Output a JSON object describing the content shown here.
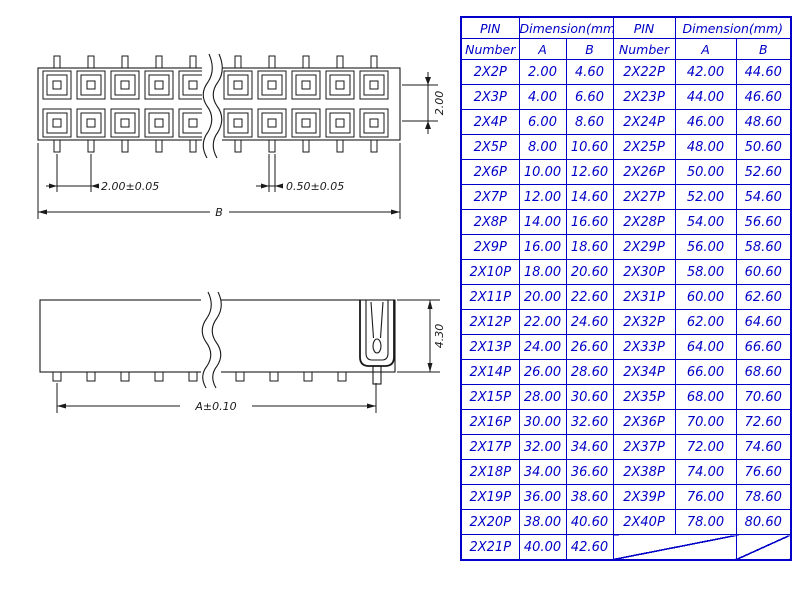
{
  "drawing": {
    "top_view": {
      "row_pitch_label": "2.00",
      "pin_pitch_label": "2.00±0.05",
      "pin_size_label": "0.50±0.05",
      "overall_width_label": "B"
    },
    "side_view": {
      "height_label": "4.30",
      "length_label": "A±0.10"
    }
  },
  "table": {
    "header": {
      "pin_line1": "PIN",
      "pin_line2": "Number",
      "dimension": "Dimension(mm)",
      "col_a": "A",
      "col_b": "B"
    },
    "rows": [
      [
        "2X2P",
        "2.00",
        "4.60",
        "2X22P",
        "42.00",
        "44.60"
      ],
      [
        "2X3P",
        "4.00",
        "6.60",
        "2X23P",
        "44.00",
        "46.60"
      ],
      [
        "2X4P",
        "6.00",
        "8.60",
        "2X24P",
        "46.00",
        "48.60"
      ],
      [
        "2X5P",
        "8.00",
        "10.60",
        "2X25P",
        "48.00",
        "50.60"
      ],
      [
        "2X6P",
        "10.00",
        "12.60",
        "2X26P",
        "50.00",
        "52.60"
      ],
      [
        "2X7P",
        "12.00",
        "14.60",
        "2X27P",
        "52.00",
        "54.60"
      ],
      [
        "2X8P",
        "14.00",
        "16.60",
        "2X28P",
        "54.00",
        "56.60"
      ],
      [
        "2X9P",
        "16.00",
        "18.60",
        "2X29P",
        "56.00",
        "58.60"
      ],
      [
        "2X10P",
        "18.00",
        "20.60",
        "2X30P",
        "58.00",
        "60.60"
      ],
      [
        "2X11P",
        "20.00",
        "22.60",
        "2X31P",
        "60.00",
        "62.60"
      ],
      [
        "2X12P",
        "22.00",
        "24.60",
        "2X32P",
        "62.00",
        "64.60"
      ],
      [
        "2X13P",
        "24.00",
        "26.60",
        "2X33P",
        "64.00",
        "66.60"
      ],
      [
        "2X14P",
        "26.00",
        "28.60",
        "2X34P",
        "66.00",
        "68.60"
      ],
      [
        "2X15P",
        "28.00",
        "30.60",
        "2X35P",
        "68.00",
        "70.60"
      ],
      [
        "2X16P",
        "30.00",
        "32.60",
        "2X36P",
        "70.00",
        "72.60"
      ],
      [
        "2X17P",
        "32.00",
        "34.60",
        "2X37P",
        "72.00",
        "74.60"
      ],
      [
        "2X18P",
        "34.00",
        "36.60",
        "2X38P",
        "74.00",
        "76.60"
      ],
      [
        "2X19P",
        "36.00",
        "38.60",
        "2X39P",
        "76.00",
        "78.60"
      ],
      [
        "2X20P",
        "38.00",
        "40.60",
        "2X40P",
        "78.00",
        "80.60"
      ],
      [
        "2X21P",
        "40.00",
        "42.60",
        "",
        "",
        ""
      ]
    ]
  },
  "colors": {
    "table_blue": "#0000c8",
    "drawing_black": "#1a1a1a"
  }
}
